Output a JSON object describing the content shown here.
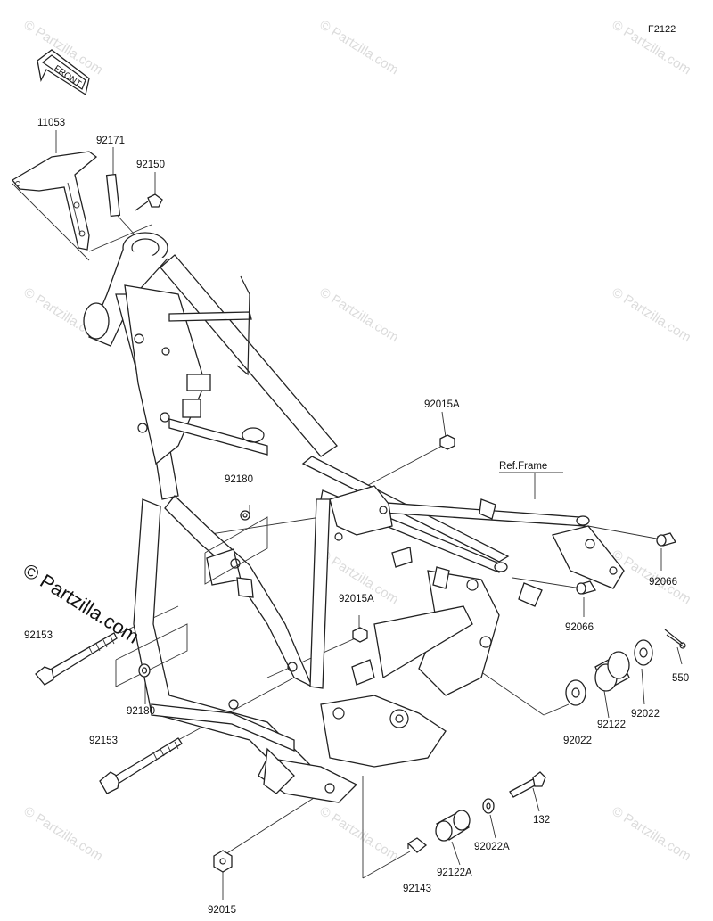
{
  "figure_code": "F2122",
  "front_badge": "FRONT",
  "ref_label": "Ref.Frame",
  "copyright": "© Partzilla.com",
  "watermark_text": "© Partzilla.com",
  "parts": {
    "p11053": "11053",
    "p92171": "92171",
    "p92150": "92150",
    "p92015A_top": "92015A",
    "p92180_top": "92180",
    "p92015A_mid": "92015A",
    "p92153_top": "92153",
    "p92180_bot": "92180",
    "p92153_bot": "92153",
    "p92015": "92015",
    "p92143": "92143",
    "p92122A": "92122A",
    "p92022A": "92022A",
    "p132": "132",
    "p92022_left": "92022",
    "p92122": "92122",
    "p92022_right": "92022",
    "p550": "550",
    "p92066_top": "92066",
    "p92066_bot": "92066"
  }
}
